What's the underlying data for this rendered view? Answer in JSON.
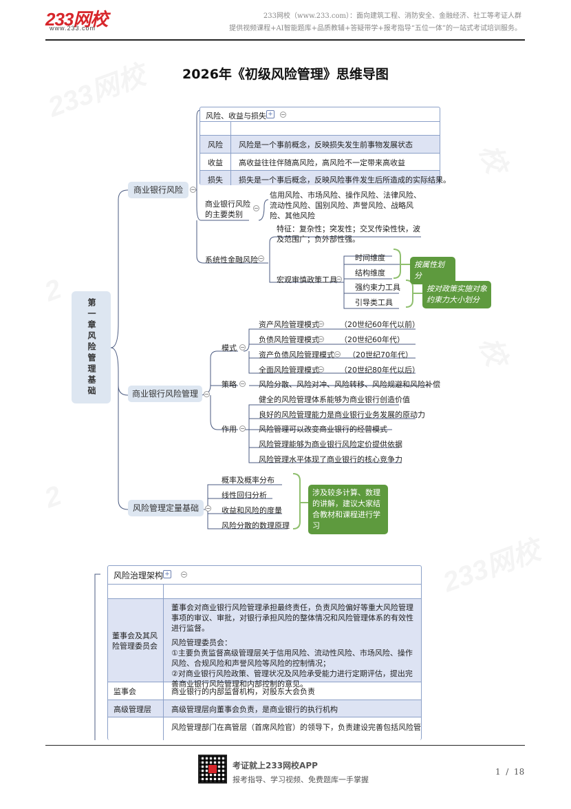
{
  "header": {
    "logo": "233网校",
    "logo_sub": "www.233.com",
    "line1": "233网校（www.233.com）：面向建筑工程、消防安全、金融经济、社工等考证人群",
    "line2": "提供视频课程+AI智能题库+品质教辅+答疑带学+报考指导“五位一体”的一站式考试培训服务。"
  },
  "watermark": "233网校",
  "title": "2026年《初级风险管理》思维导图",
  "root": "第一章风险管理基础",
  "branch1": {
    "label": "商业银行风险",
    "table_title": "风险、收益与损失",
    "rows": [
      {
        "k": "风险",
        "v": "风险是一个事前概念，反映损失发生前事物发展状态"
      },
      {
        "k": "收益",
        "v": "高收益往往伴随高风险，高风险不一定带来高收益"
      },
      {
        "k": "损失",
        "v": "损失是一个事后概念，反映风险事件发生后所造成的实际结果。"
      }
    ],
    "types_label": "商业银行风险的主要类别",
    "types_text": "信用风险、市场风险、操作风险、法律风险、流动性风险、国别风险、声誉风险、战略风险、其他风险",
    "systemic_label": "系统性金融风险",
    "systemic_feature": "特征：复杂性；突发性；交叉传染性快，波及范围广；负外部性强。",
    "macro_label": "宏观审慎政策工具",
    "dims": [
      "时间维度",
      "结构维度"
    ],
    "tools": [
      "强约束力工具",
      "引导类工具"
    ],
    "note1": "按属性划分",
    "note2": "按对政策实施对象约束力大小划分"
  },
  "branch2": {
    "label": "商业银行风险管理",
    "mode_label": "模式",
    "modes": [
      {
        "name": "资产风险管理模式",
        "era": "（20世纪60年代以前）"
      },
      {
        "name": "负债风险管理模式",
        "era": "（20世纪60年代）"
      },
      {
        "name": "资产负债风险管理模式",
        "era": "（20世纪70年代）"
      },
      {
        "name": "全面风险管理模式",
        "era": "（20世纪80年代以后）"
      }
    ],
    "strategy_label": "策略",
    "strategy_text": "风险分散、风险对冲、风险转移、风险规避和风险补偿",
    "role_label": "作用",
    "roles": [
      "健全的风险管理体系能够为商业银行创造价值",
      "良好的风险管理能力是商业银行业务发展的原动力",
      "风险管理可以改变商业银行的经营模式",
      "风险管理能够为商业银行风险定价提供依据",
      "风险管理水平体现了商业银行的核心竞争力"
    ]
  },
  "branch3": {
    "label": "风险管理定量基础",
    "items": [
      "概率及概率分布",
      "线性回归分析",
      "收益和风险的度量",
      "风险分散的数理原理"
    ],
    "note": "涉及较多计算、数理的讲解，建议大家结合教材和课程进行学习"
  },
  "governance": {
    "title": "风险治理架构",
    "rows": [
      {
        "k": "董事会及其风险管理委员会",
        "v": [
          "董事会对商业银行风险管理承担最终责任，负责风险偏好等重大风险管理事项的审议、审批，对银行承担风险的整体情况和风险管理体系的有效性进行监督。",
          "风险管理委员会：",
          "①主要负责监督高级管理层关于信用风险、流动性风险、市场风险、操作风险、合规风险和声誉风险等风险的控制情况；",
          "②对商业银行风险政策、管理状况及风险承受能力进行定期评估，提出完善商业银行风险管理和内部控制的意见。"
        ]
      },
      {
        "k": "监事会",
        "v": [
          "商业银行的内部监督机构，对股东大会负责"
        ]
      },
      {
        "k": "高级管理层",
        "v": [
          "高级管理层向董事会负责，是商业银行的执行机构"
        ]
      },
      {
        "k": "",
        "v": [
          "风险管理部门在高管层（首席风险官）的领导下，负责建设完善包括风险管理"
        ]
      }
    ]
  },
  "footer": {
    "slogan": "考证就上233网校APP",
    "sub": "报考指导、学习视频、免费题库一手掌握",
    "page": "1  /  18"
  }
}
